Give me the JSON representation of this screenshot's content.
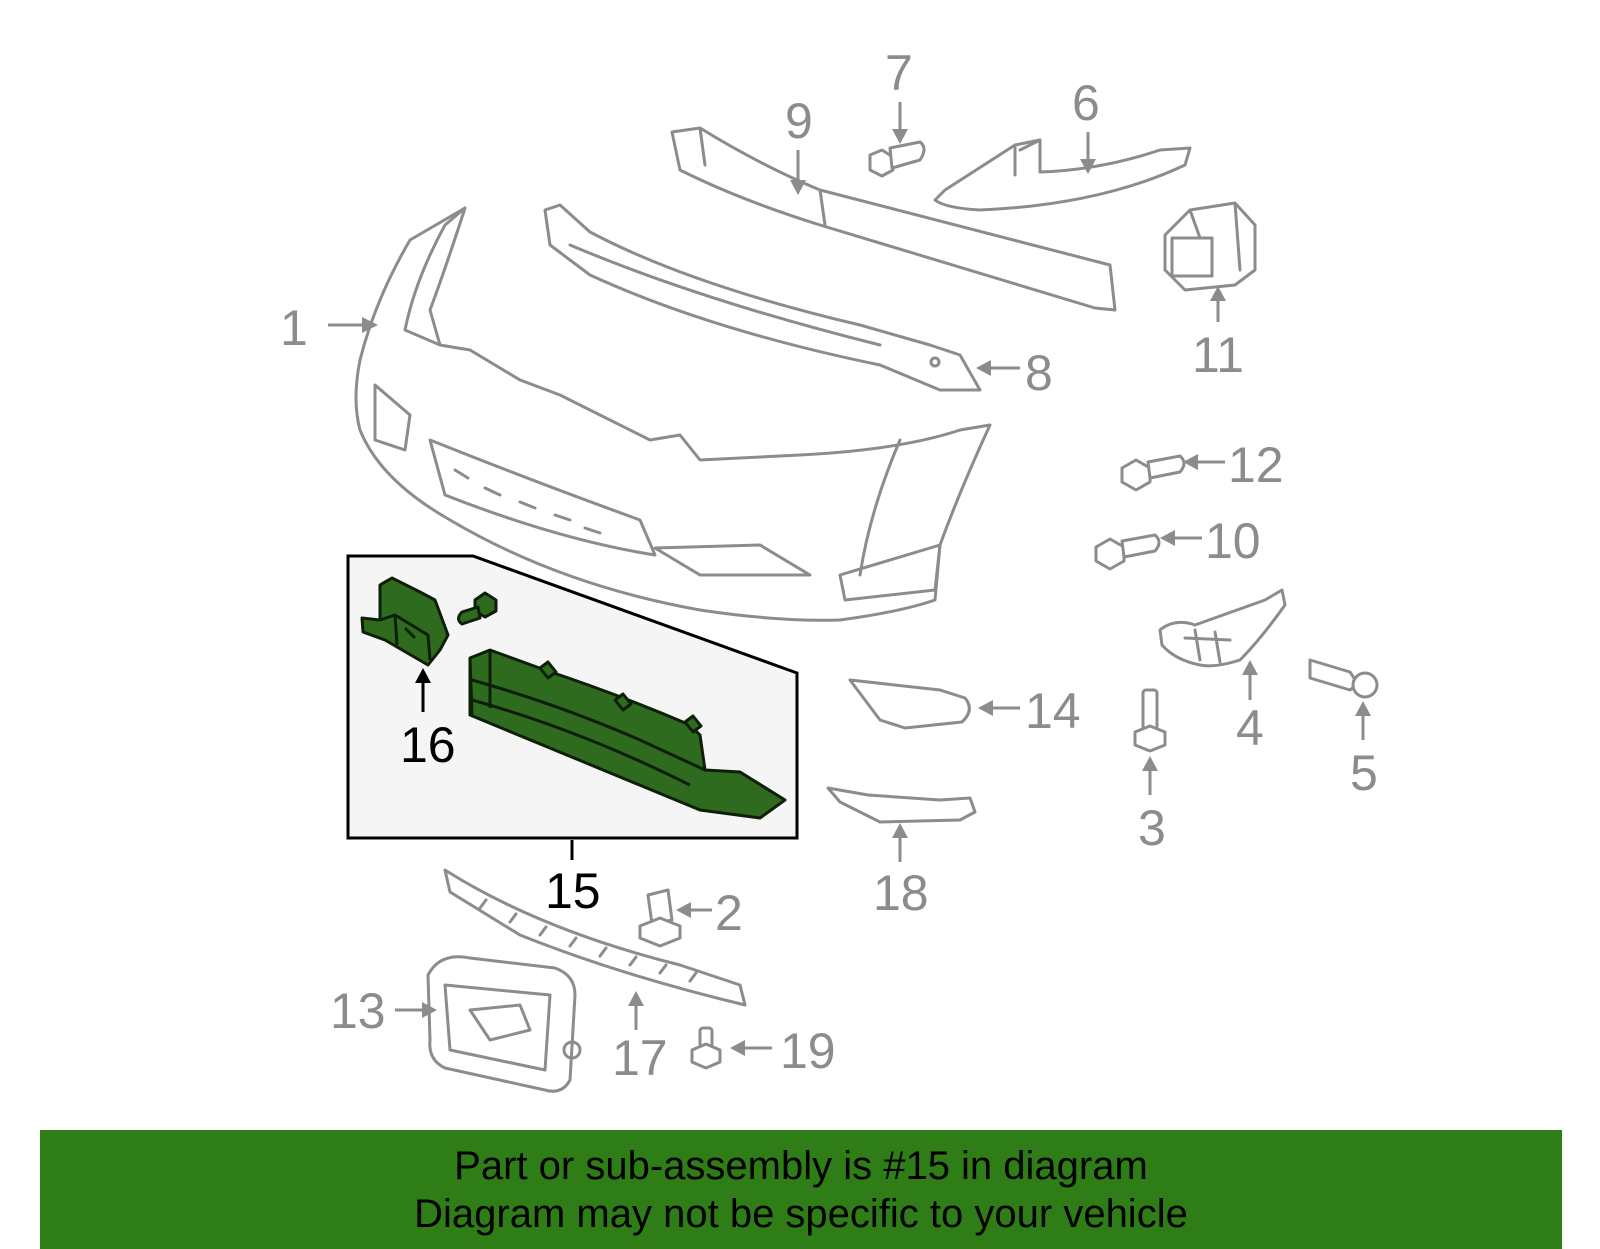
{
  "callouts": {
    "c1": "1",
    "c2": "2",
    "c3": "3",
    "c4": "4",
    "c5": "5",
    "c6": "6",
    "c7": "7",
    "c8": "8",
    "c9": "9",
    "c10": "10",
    "c11": "11",
    "c12": "12",
    "c13": "13",
    "c14": "14",
    "c15": "15",
    "c16": "16",
    "c17": "17",
    "c18": "18",
    "c19": "19"
  },
  "highlight": {
    "part_number": "15",
    "color": "#2f6b1e"
  },
  "banner": {
    "line1": "Part or sub-assembly is #15 in diagram",
    "line2": "Diagram may not be specific to your vehicle",
    "background": "#2e7d16"
  }
}
